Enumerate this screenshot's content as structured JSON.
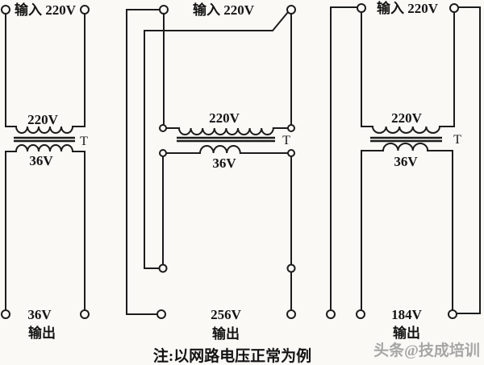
{
  "page": {
    "bg": "#faf9f6",
    "line": "#1c1c1c",
    "ink": "#141414",
    "wm": "#a6a6a6"
  },
  "circuits": [
    {
      "name": "normal-connection",
      "input_label": "输入 220V",
      "primary_voltage": "220V",
      "transformer_label": "T",
      "secondary_voltage": "36V",
      "output_voltage": "36V",
      "output_label": "输出"
    },
    {
      "name": "boost-connection",
      "input_label": "输入 220V",
      "primary_voltage": "220V",
      "transformer_label": "T",
      "secondary_voltage": "36V",
      "output_voltage": "256V",
      "output_label": "输出"
    },
    {
      "name": "buck-connection",
      "input_label": "输入 220V",
      "primary_voltage": "220V",
      "transformer_label": "T",
      "secondary_voltage": "36V",
      "output_voltage": "184V",
      "output_label": "输出"
    }
  ],
  "note": "注:以网路电压正常为例",
  "watermark": "头条@技成培训"
}
